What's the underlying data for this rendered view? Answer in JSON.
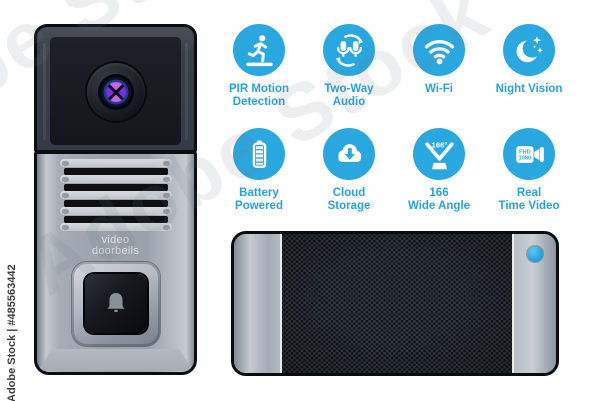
{
  "watermark": {
    "diagonal_text": "Adobe Stock",
    "credit_text": "Adobe Stock | #485563442"
  },
  "doorbell": {
    "brand_line1": "video",
    "brand_line2": "doorbells"
  },
  "features": [
    {
      "icon": "pir-motion-icon",
      "lines": [
        "PIR Motion",
        "Detection"
      ]
    },
    {
      "icon": "two-way-audio-icon",
      "lines": [
        "Two-Way",
        "Audio"
      ]
    },
    {
      "icon": "wifi-icon",
      "lines": [
        "Wi-Fi"
      ]
    },
    {
      "icon": "night-vision-icon",
      "lines": [
        "Night Vision"
      ]
    },
    {
      "icon": "battery-icon",
      "lines": [
        "Battery",
        "Powered"
      ]
    },
    {
      "icon": "cloud-storage-icon",
      "lines": [
        "Cloud",
        "Storage"
      ]
    },
    {
      "icon": "wide-angle-icon",
      "lines": [
        "166",
        "Wide Angle"
      ],
      "angle_label": "166°"
    },
    {
      "icon": "real-time-video-icon",
      "lines": [
        "Real",
        "Time Video"
      ],
      "badge_line1": "FHD",
      "badge_line2": "1080"
    }
  ],
  "colors": {
    "accent_blue": "#2BA7DF",
    "label_blue": "#29A0D8",
    "device_dark": "#14171D",
    "device_gray": "#9AA2AC",
    "lens_purple": "#7A2EDE",
    "background": "#FFFFFF"
  }
}
